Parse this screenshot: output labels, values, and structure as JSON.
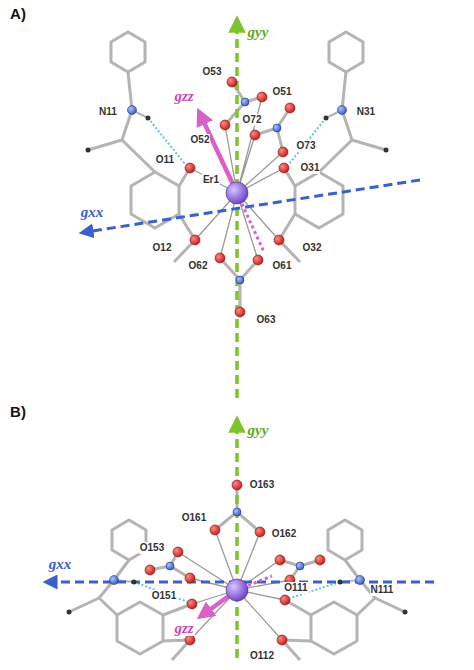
{
  "diagram": {
    "labels": [
      "A)",
      "gyy",
      "N11",
      "gzz",
      "O53",
      "O51",
      "O52",
      "O72",
      "O73",
      "N31",
      "O31",
      "O11",
      "gxx",
      "Er1",
      "O32",
      "O12",
      "O62",
      "O61",
      "O63",
      "B)",
      "gyy",
      "O163",
      "O161",
      "O162",
      "O153",
      "O151",
      "gxx",
      "gzz",
      "O111",
      "N111",
      "O112"
    ]
  }
}
